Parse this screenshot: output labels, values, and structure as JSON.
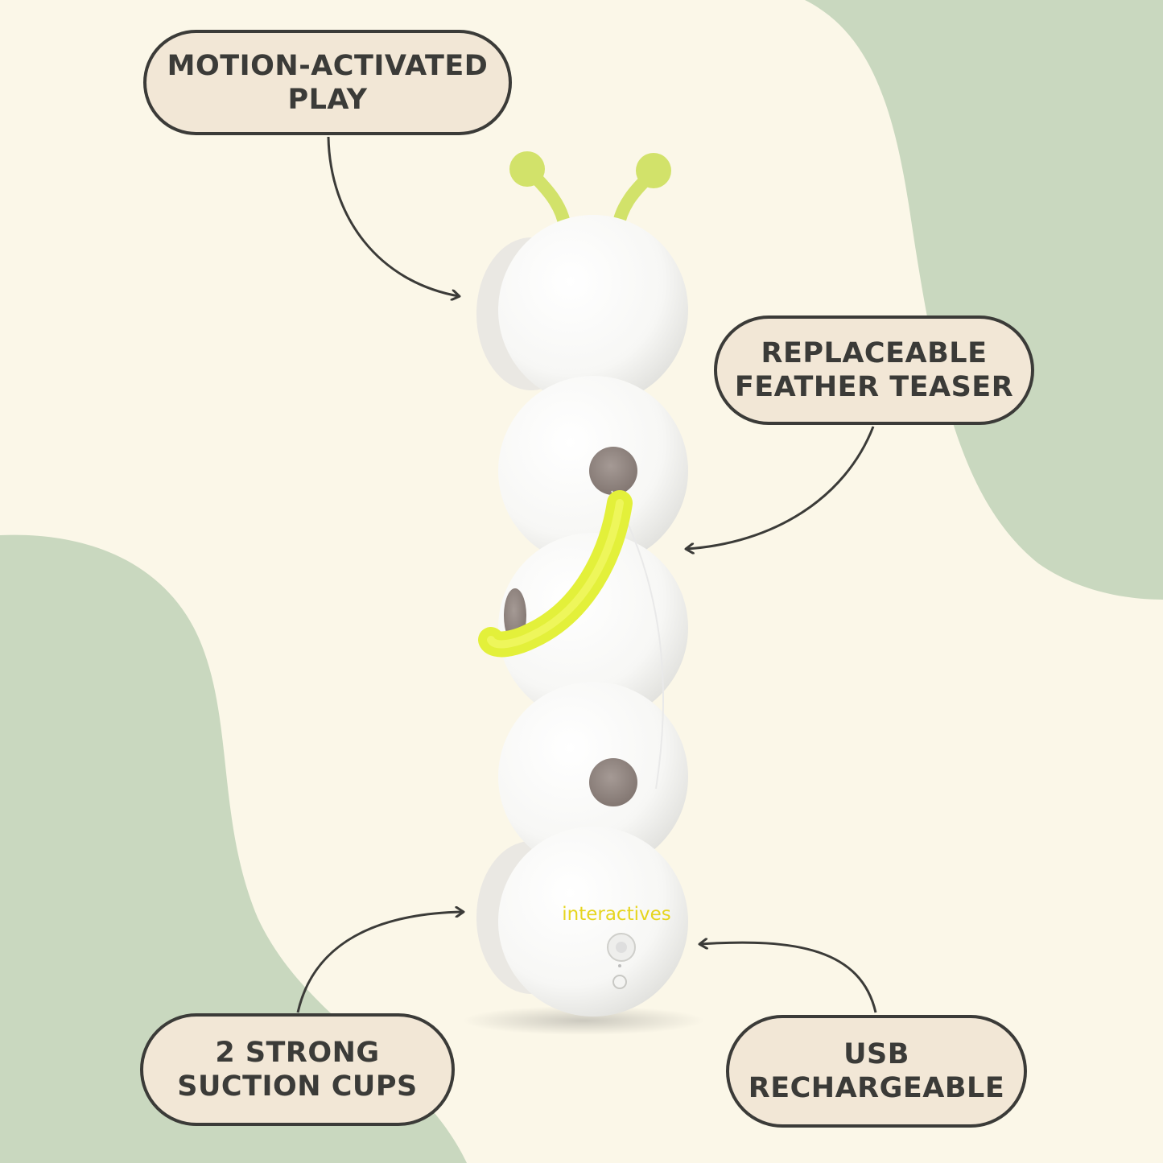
{
  "callouts": [
    {
      "line1": "MOTION-ACTIVATED",
      "line2": "PLAY"
    },
    {
      "line1": "REPLACEABLE",
      "line2": "FEATHER TEASER"
    },
    {
      "line1": "2 STRONG",
      "line2": "SUCTION CUPS"
    },
    {
      "line1": "USB",
      "line2": "RECHARGEABLE"
    }
  ],
  "product": {
    "brand_text": "interactives"
  },
  "colors": {
    "background": "#fbf7e8",
    "blob_green": "#c9d8bf",
    "callout_fill": "#f2e7d6",
    "callout_border": "#3b3b38",
    "accent_yellow": "#e3f03a"
  }
}
